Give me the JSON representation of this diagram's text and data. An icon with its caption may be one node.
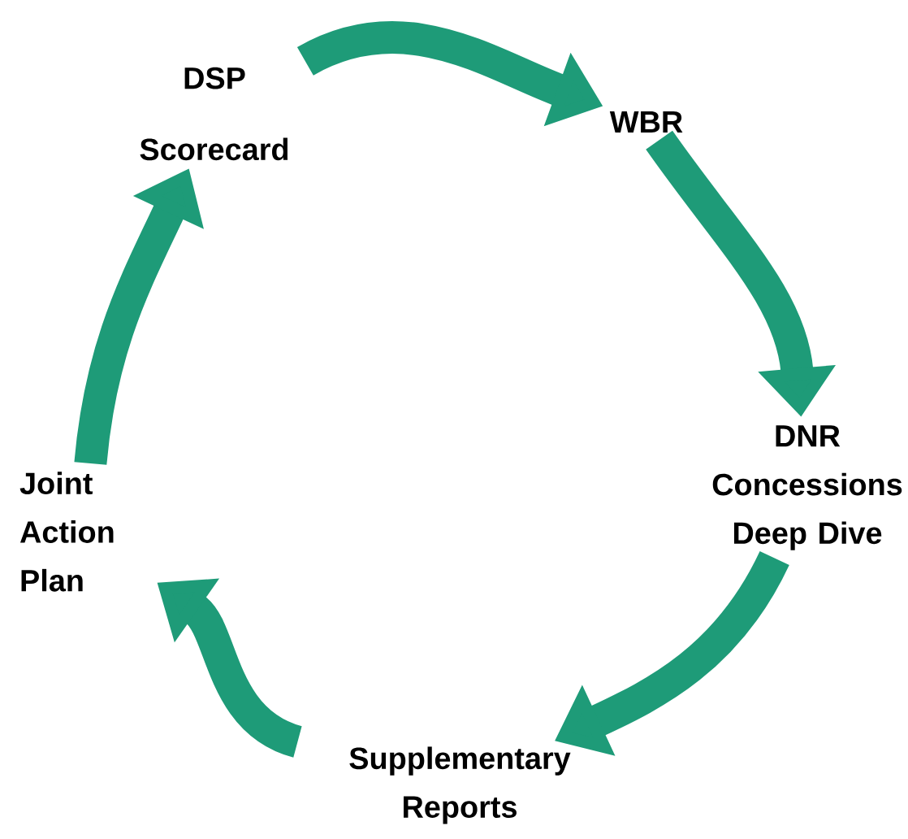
{
  "diagram": {
    "nodes": [
      {
        "text": [
          "DSP Scorecard"
        ]
      },
      {
        "text": [
          "WBR"
        ]
      },
      {
        "text": [
          "DNR Concessions Deep Dive"
        ]
      },
      {
        "text": [
          "Supplementary Reports"
        ]
      },
      {
        "text": [
          "Joint Action Plan"
        ]
      }
    ],
    "edges": [
      {
        "from": 0,
        "to": 1,
        "arrow": "to"
      },
      {
        "from": 1,
        "to": 2,
        "arrow": "to"
      },
      {
        "from": 2,
        "to": 3,
        "arrow": "to"
      },
      {
        "from": 3,
        "to": 4,
        "arrow": "to"
      },
      {
        "from": 4,
        "to": 0,
        "arrow": "to"
      }
    ]
  }
}
